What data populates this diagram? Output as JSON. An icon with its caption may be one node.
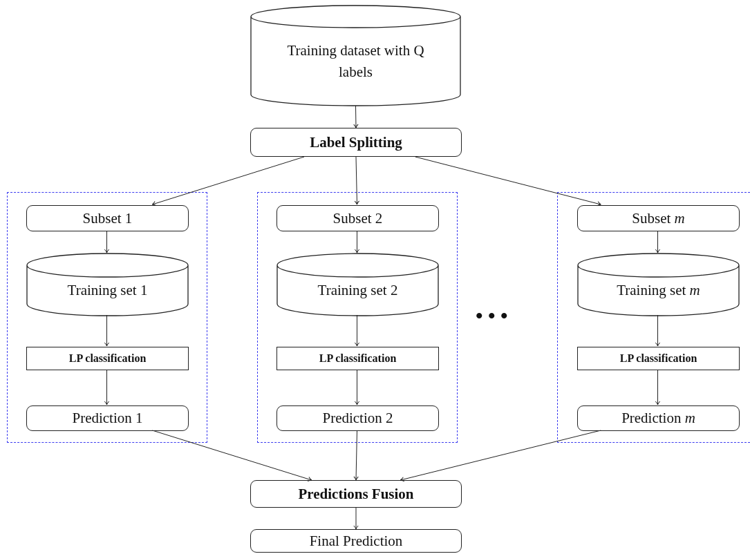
{
  "diagram": {
    "nodes": [
      {
        "text": [
          "Training dataset with Q labels"
        ]
      },
      {
        "text": [
          "Label Splitting"
        ]
      },
      {
        "text": [],
        "shape": "box"
      },
      {
        "text": [
          "Subset 1"
        ],
        "in": 2
      },
      {
        "text": [
          "Training set 1"
        ],
        "in": 2
      },
      {
        "text": [
          "LP classification"
        ],
        "in": 2
      },
      {
        "text": [
          "Prediction 1"
        ],
        "in": 2
      },
      {
        "text": [],
        "shape": "box"
      },
      {
        "text": [
          "Subset 2"
        ],
        "in": 7
      },
      {
        "text": [
          "Training set 2"
        ],
        "in": 7
      },
      {
        "text": [
          "LP classification"
        ],
        "in": 7
      },
      {
        "text": [
          "Prediction 2"
        ],
        "in": 7
      },
      {
        "text": [],
        "shape": "box"
      },
      {
        "text": [
          "Subset *m*"
        ],
        "in": 12
      },
      {
        "text": [
          "Training set *m*"
        ],
        "in": 12
      },
      {
        "text": [
          "LP classification"
        ],
        "in": 12
      },
      {
        "text": [
          "Prediction *m*"
        ],
        "in": 12
      },
      {
        "text": [
          "Predictions Fusion"
        ]
      },
      {
        "text": [
          "Final Prediction"
        ]
      }
    ],
    "edges": [
      {
        "from": 0,
        "to": 1,
        "arrow": "to"
      },
      {
        "from": 1,
        "to": 3,
        "arrow": "to"
      },
      {
        "from": 1,
        "to": 8,
        "arrow": "to"
      },
      {
        "from": 1,
        "to": 13,
        "arrow": "to"
      },
      {
        "from": 3,
        "to": 4,
        "arrow": "to"
      },
      {
        "from": 4,
        "to": 5,
        "arrow": "to"
      },
      {
        "from": 5,
        "to": 6,
        "arrow": "to"
      },
      {
        "from": 8,
        "to": 9,
        "arrow": "to"
      },
      {
        "from": 9,
        "to": 10,
        "arrow": "to"
      },
      {
        "from": 10,
        "to": 11,
        "arrow": "to"
      },
      {
        "from": 13,
        "to": 14,
        "arrow": "to"
      },
      {
        "from": 14,
        "to": 15,
        "arrow": "to"
      },
      {
        "from": 15,
        "to": 16,
        "arrow": "to"
      },
      {
        "from": 6,
        "to": 17,
        "arrow": "to"
      },
      {
        "from": 11,
        "to": 17,
        "arrow": "to"
      },
      {
        "from": 16,
        "to": 17,
        "arrow": "to"
      },
      {
        "from": 17,
        "to": 18,
        "arrow": "to"
      }
    ],
    "labels": [
      "• • •"
    ]
  }
}
